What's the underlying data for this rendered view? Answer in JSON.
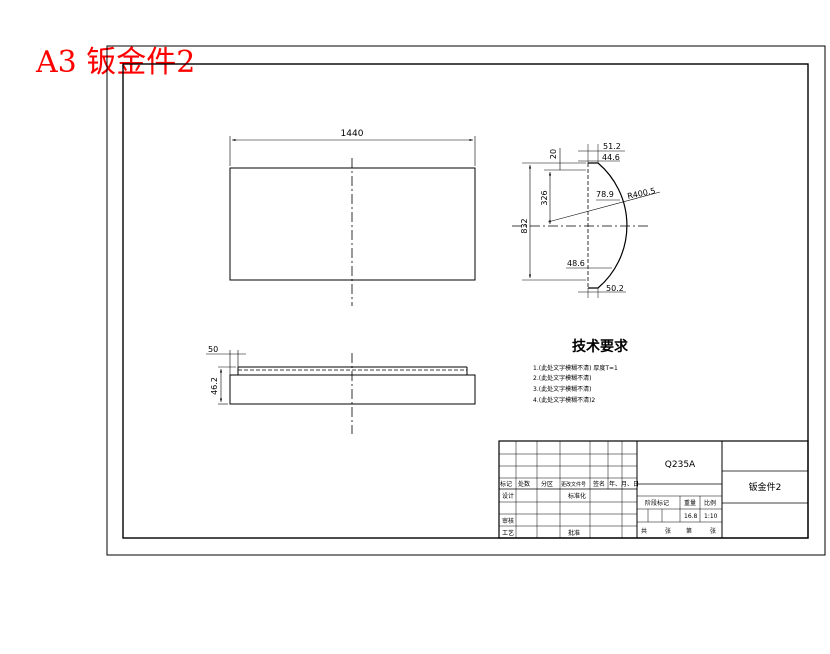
{
  "sheet_label": "A3  钣金件2",
  "flat_view": {
    "width_dim": "1440"
  },
  "side_view": {
    "dim_a": "50",
    "dim_b": "46.2"
  },
  "profile_view": {
    "dim_top_outer": "51.2",
    "dim_top_inner": "44.6",
    "dim_20": "20",
    "dim_326": "326",
    "dim_832": "832",
    "dim_789": "78.9",
    "dim_radius": "R400.5",
    "dim_bottom_inner": "48.6",
    "dim_bottom_outer": "50.2"
  },
  "tech_requirements": {
    "heading": "技术要求",
    "items": [
      "1.(此处文字模糊不清) 厚度T=1",
      "2.(此处文字模糊不清)",
      "3.(此处文字模糊不清)",
      "4.(此处文字模糊不清)2"
    ]
  },
  "title_block": {
    "material": "Q235A",
    "part_name": "钣金件2",
    "row_headers": [
      "标记",
      "处数",
      "分区",
      "更改文件号",
      "签名",
      "年、月、日"
    ],
    "designer": "设计",
    "standardization": "标准化",
    "checker": "审核",
    "process": "工艺",
    "approve": "批准",
    "stage_mark": "阶段标记",
    "weight": "重量",
    "scale": "比例",
    "weight_value": "16.8",
    "scale_value": "1:10",
    "total": "共",
    "sheets": "张",
    "page": "第",
    "page_sheet": "张"
  },
  "colors": {
    "line": "#000000",
    "label": "#ff0000"
  }
}
